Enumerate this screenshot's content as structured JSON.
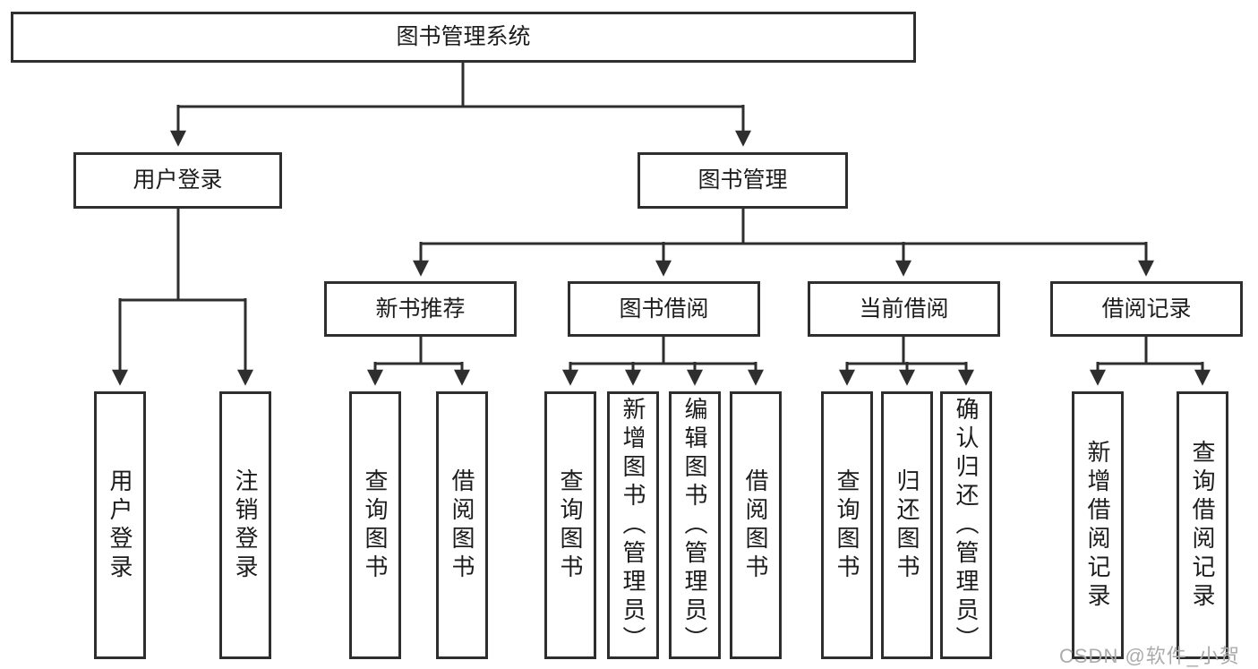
{
  "tree": {
    "root": "图书管理系统",
    "branches": [
      {
        "label": "用户登录",
        "children": [
          "用户登录",
          "注销登录"
        ]
      },
      {
        "label": "图书管理",
        "children": [
          {
            "label": "新书推荐",
            "children": [
              "查询图书",
              "借阅图书"
            ]
          },
          {
            "label": "图书借阅",
            "children": [
              "查询图书",
              "新增图书（管理员）",
              "编辑图书（管理员）",
              "借阅图书"
            ]
          },
          {
            "label": "当前借阅",
            "children": [
              "查询图书",
              "归还图书",
              "确认归还（管理员）"
            ]
          },
          {
            "label": "借阅记录",
            "children": [
              "新增借阅记录",
              "查询借阅记录"
            ]
          }
        ]
      }
    ]
  },
  "watermark": "CSDN @软件_小贺同学",
  "colors": {
    "line": "#2e2e2e",
    "box_border": "#2e2e2e",
    "text": "#1c1c1c",
    "watermark": "#ababab",
    "background": "#ffffff"
  }
}
